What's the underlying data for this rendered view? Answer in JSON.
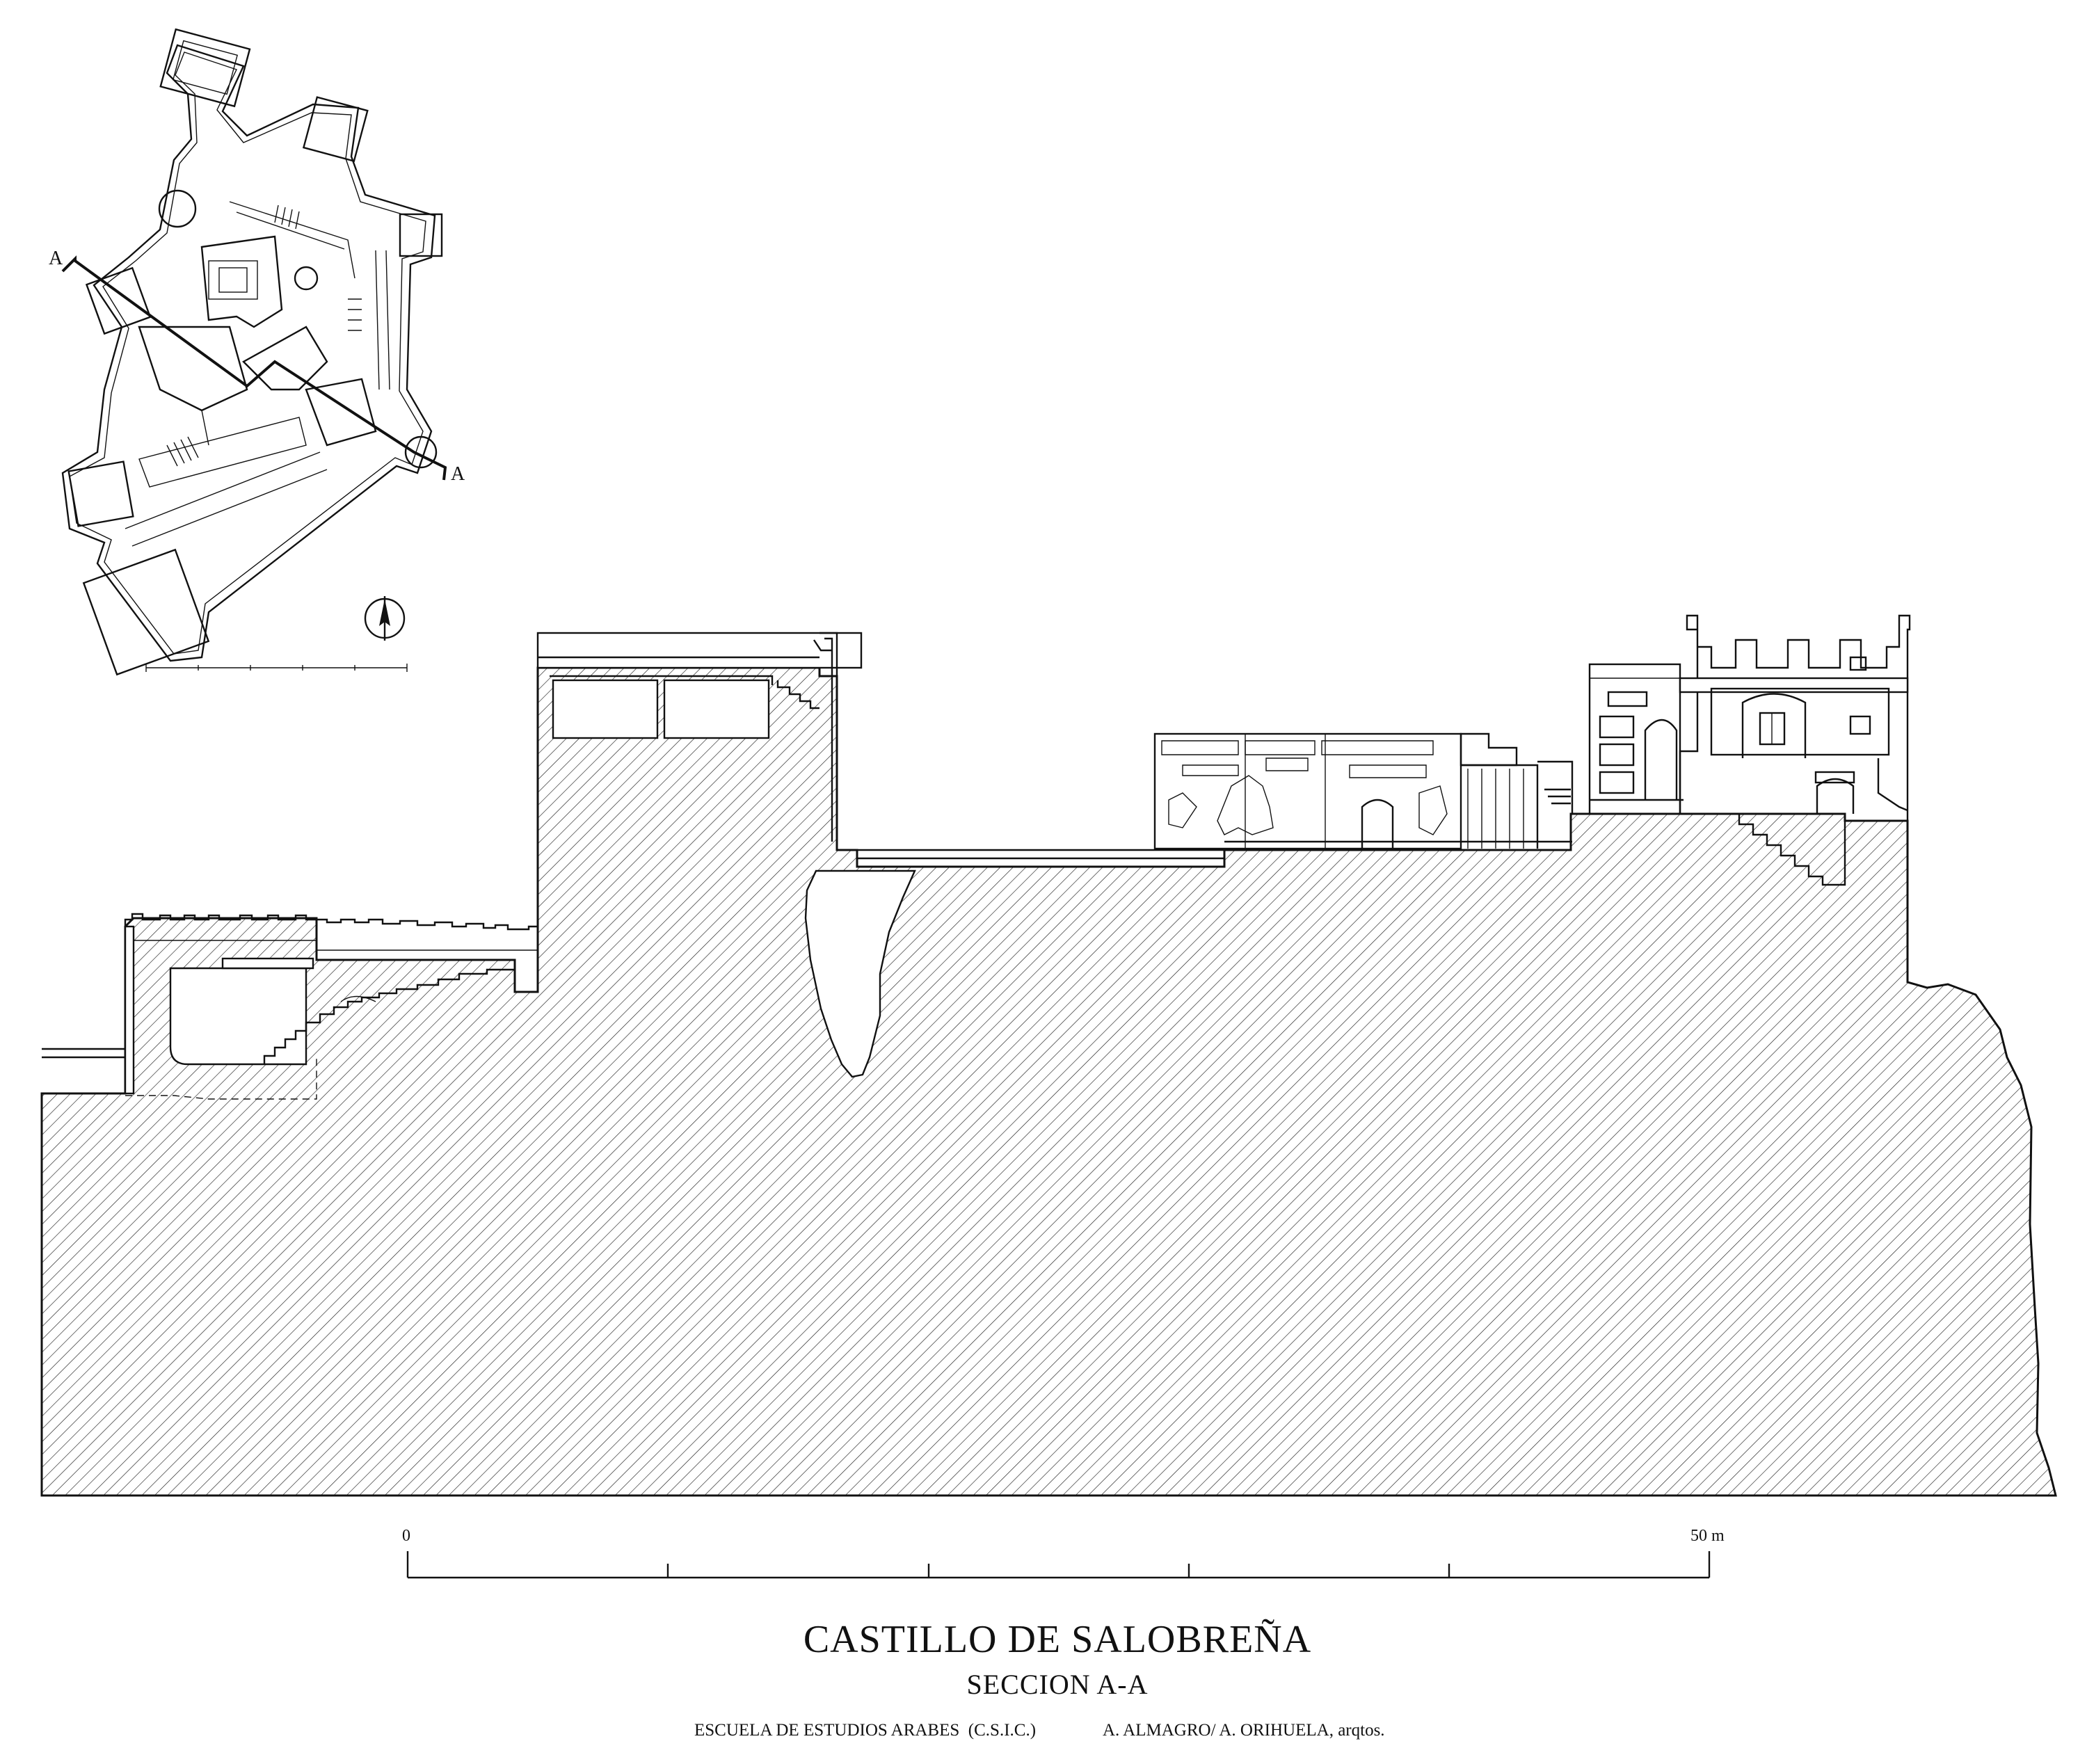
{
  "title": "CASTILLO DE SALOBREÑA",
  "subtitle": "SECCION A-A",
  "credits": {
    "institution": "ESCUELA DE ESTUDIOS ARABES  (C.S.I.C.)",
    "authors": "A. ALMAGRO/ A. ORIHUELA, arqtos."
  },
  "scale_bar": {
    "start_label": "0",
    "end_label": "50 m"
  },
  "section_markers": {
    "start": "A",
    "end": "A"
  },
  "key_plan": {
    "north_arrow_icon": "north-arrow-icon"
  },
  "colors": {
    "ink": "#111111",
    "background": "#ffffff"
  }
}
